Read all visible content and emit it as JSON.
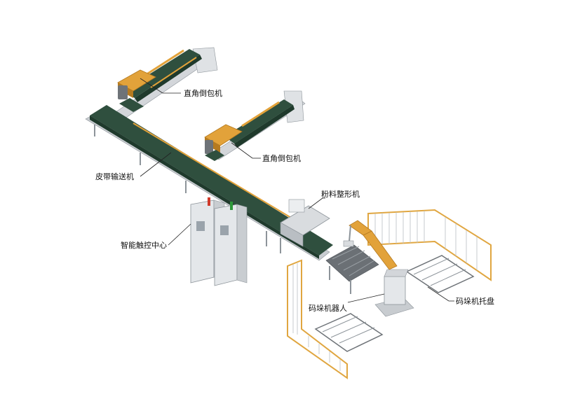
{
  "labels": {
    "wrapper_1": "直角倒包机",
    "wrapper_2": "直角倒包机",
    "belt_conveyor": "皮带输送机",
    "shaper": "粉料整形机",
    "control_center": "智能触控中心",
    "palletizing_robot": "码垛机器人",
    "pallet": "码垛机托盘"
  },
  "colors": {
    "belt": "#2f4f3e",
    "belt_dark": "#1f3a2c",
    "frame": "#c8ccd0",
    "frame_dark": "#8d949a",
    "accent": "#e2a23a",
    "accent_dark": "#b57a20",
    "cabinet": "#e4e7ea",
    "fence": "#e0a640"
  }
}
